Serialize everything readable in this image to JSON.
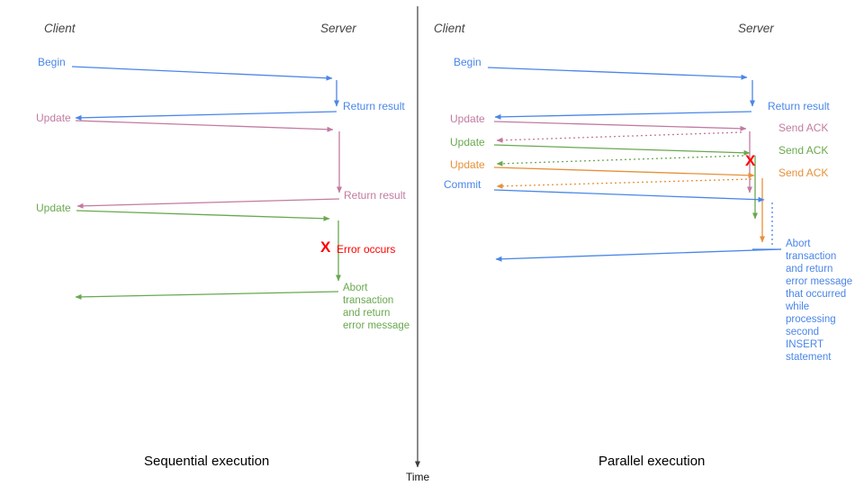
{
  "diagram_type": "sequence-diagram-comparison",
  "colors": {
    "blue": "#4a86e8",
    "pink": "#c27ba0",
    "green": "#6aa84f",
    "orange": "#e69138",
    "red": "#ff0000",
    "header_gray": "#434343",
    "time_axis": "#3d3d3d"
  },
  "time_axis": {
    "label": "Time"
  },
  "left": {
    "title": "Sequential execution",
    "client_header": "Client",
    "server_header": "Server",
    "begin_label": "Begin",
    "return_result_1": "Return result",
    "update_1": "Update",
    "return_result_2": "Return result",
    "update_2": "Update",
    "error_x": "X",
    "error_label": "Error occurs",
    "abort_label": "Abort\ntransaction\nand return\nerror message"
  },
  "right": {
    "title": "Parallel execution",
    "client_header": "Client",
    "server_header": "Server",
    "begin_label": "Begin",
    "return_result": "Return result",
    "update_1": "Update",
    "send_ack_1": "Send ACK",
    "update_2": "Update",
    "send_ack_2": "Send ACK",
    "update_3": "Update",
    "send_ack_3": "Send ACK",
    "commit_label": "Commit",
    "error_x": "X",
    "abort_label": "Abort\ntransaction\nand return\nerror message\nthat occurred\nwhile\nprocessing\nsecond\nINSERT\nstatement"
  }
}
